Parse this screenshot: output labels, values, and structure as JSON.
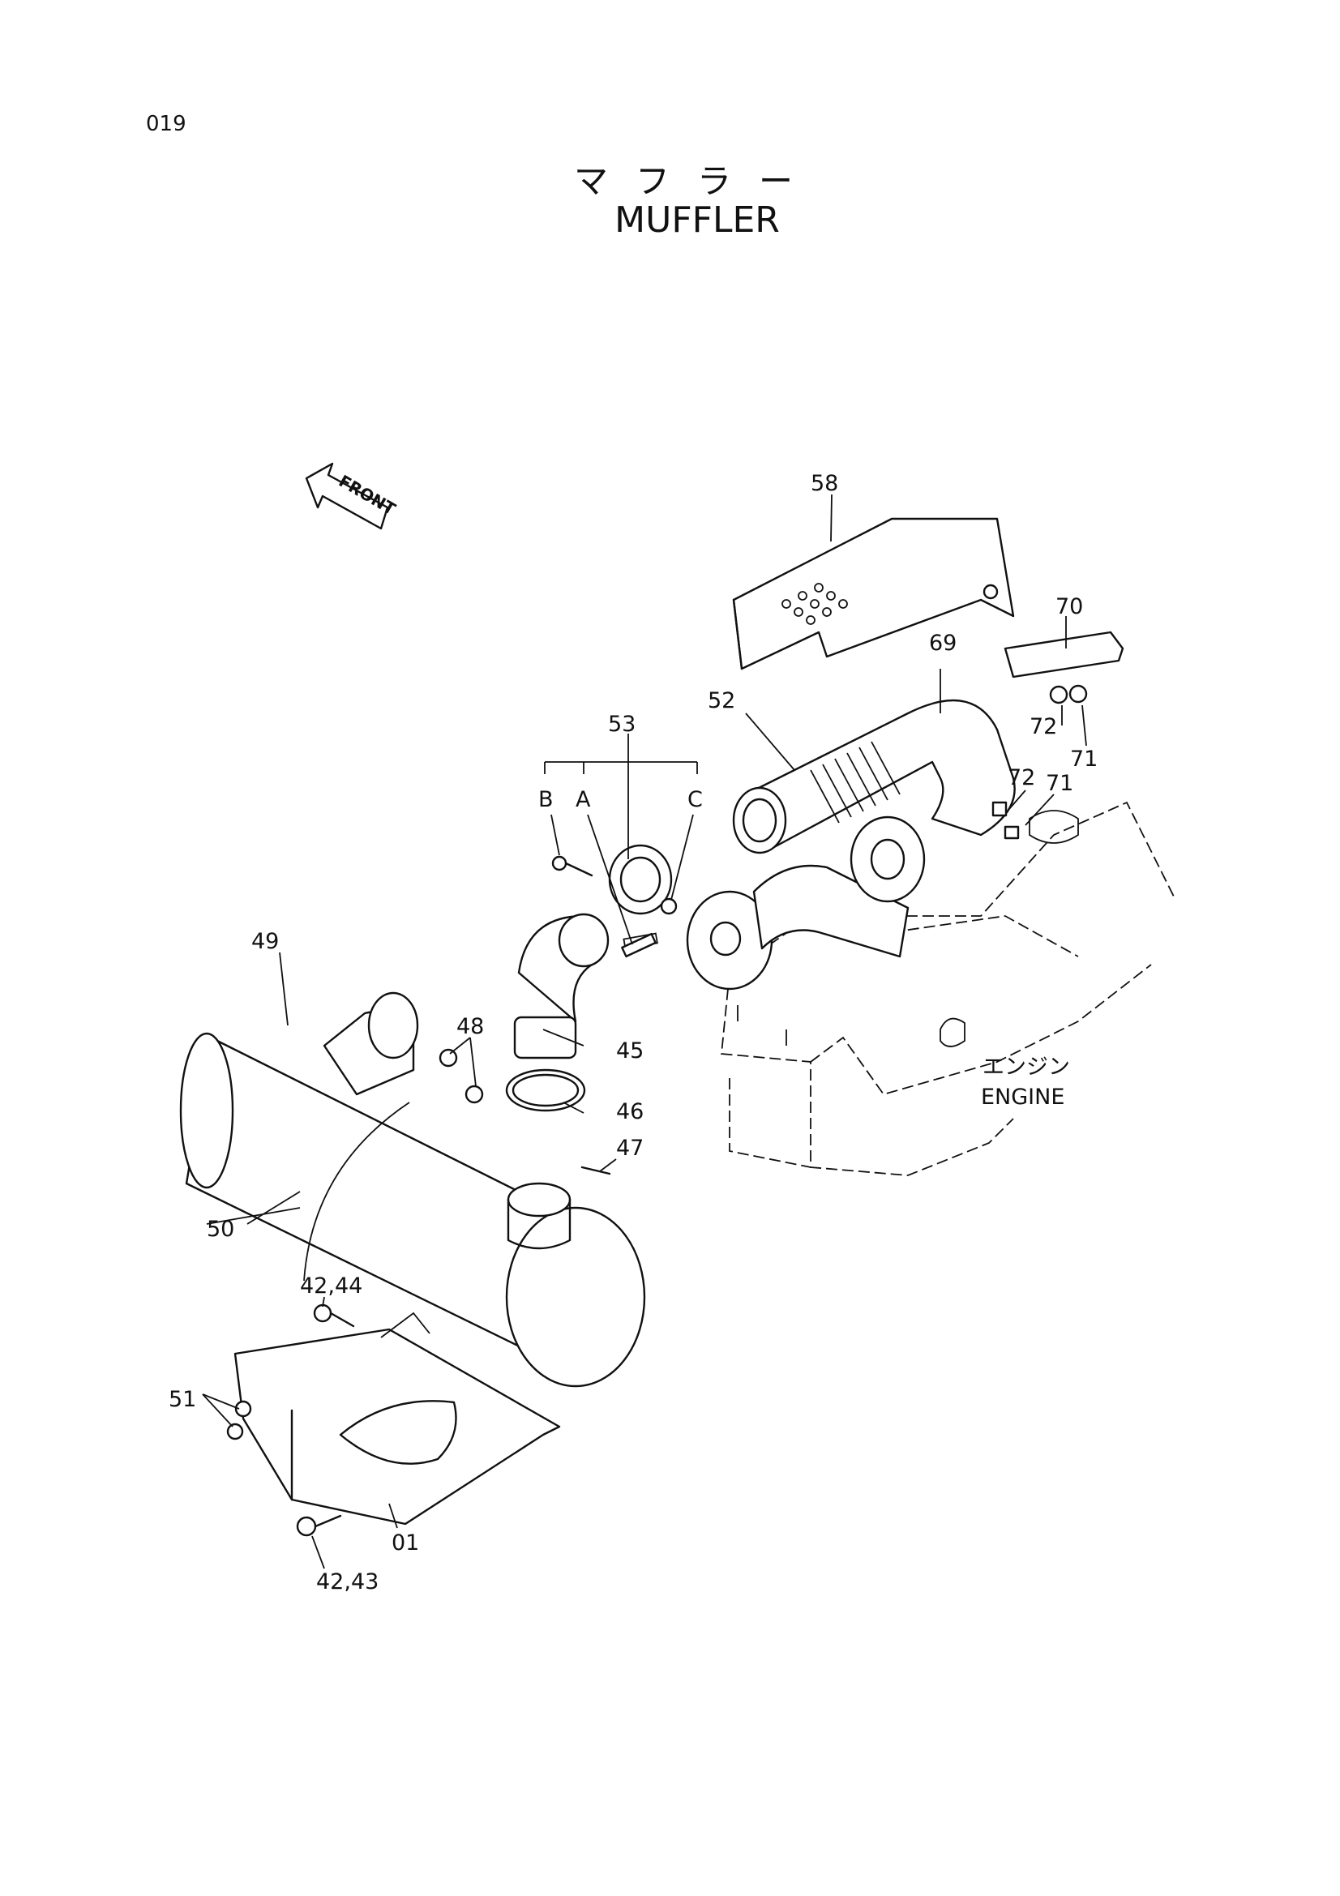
{
  "page_number": "019",
  "title_jp": "マフラー",
  "title_en": "MUFFLER",
  "front_label": "FRONT",
  "engine_label_jp": "エンジン",
  "engine_label_en": "ENGINE",
  "labels": {
    "p58": "58",
    "p70": "70",
    "p69": "69",
    "p52": "52",
    "p53": "53",
    "pB": "B",
    "pA": "A",
    "pC": "C",
    "p72a": "72",
    "p71a": "71",
    "p72b": "72",
    "p71b": "71",
    "p49": "49",
    "p48": "48",
    "p45": "45",
    "p46": "46",
    "p47": "47",
    "p50": "50",
    "p4244": "42,44",
    "p51": "51",
    "p01": "01",
    "p4243": "42,43"
  }
}
